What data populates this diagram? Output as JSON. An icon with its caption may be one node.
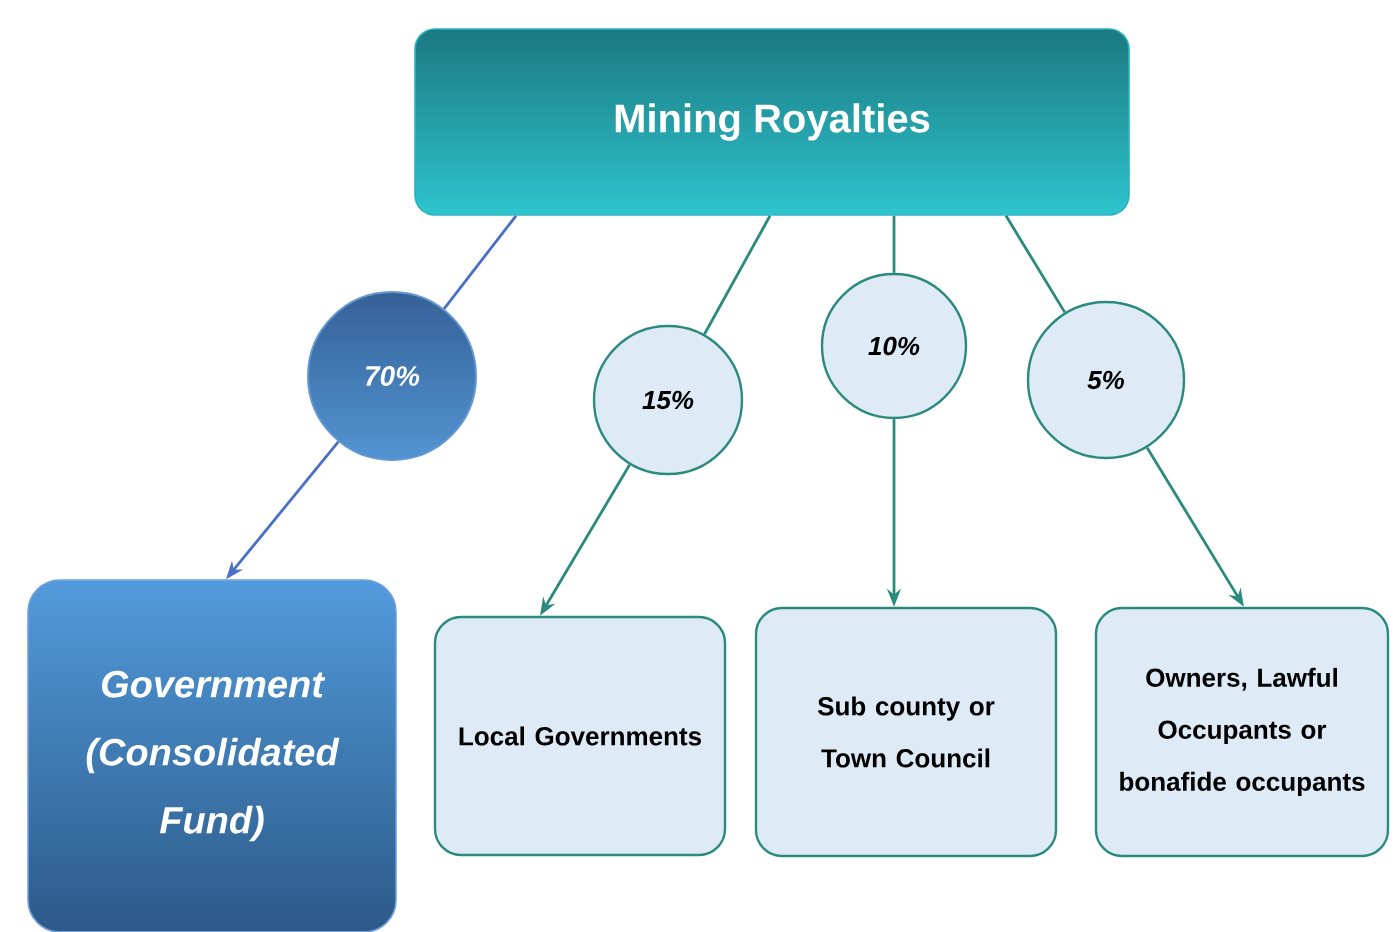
{
  "diagram": {
    "nodes": [
      {
        "text": [
          "Mining Royalties"
        ]
      },
      {
        "text": [
          "70%"
        ]
      },
      {
        "text": [
          "15%"
        ]
      },
      {
        "text": [
          "10%"
        ]
      },
      {
        "text": [
          "5%"
        ]
      },
      {
        "text": [
          "Government (Consolidated Fund)"
        ]
      },
      {
        "text": [
          "Local Governments"
        ]
      },
      {
        "text": [
          "Sub county or Town Council"
        ]
      },
      {
        "text": [
          "Owners, Lawful Occupants or bonafide occupants"
        ]
      }
    ],
    "edges": [
      {
        "from": 0,
        "to": 1,
        "arrow": "none",
        "color": "#4a6fc7"
      },
      {
        "from": 1,
        "to": 5,
        "arrow": "to",
        "color": "#4a6fc7"
      },
      {
        "from": 0,
        "to": 2,
        "arrow": "none"
      },
      {
        "from": 2,
        "to": 6,
        "arrow": "to"
      },
      {
        "from": 0,
        "to": 3,
        "arrow": "none"
      },
      {
        "from": 3,
        "to": 7,
        "arrow": "to"
      },
      {
        "from": 0,
        "to": 4,
        "arrow": "none"
      },
      {
        "from": 4,
        "to": 8,
        "arrow": "to"
      }
    ]
  }
}
